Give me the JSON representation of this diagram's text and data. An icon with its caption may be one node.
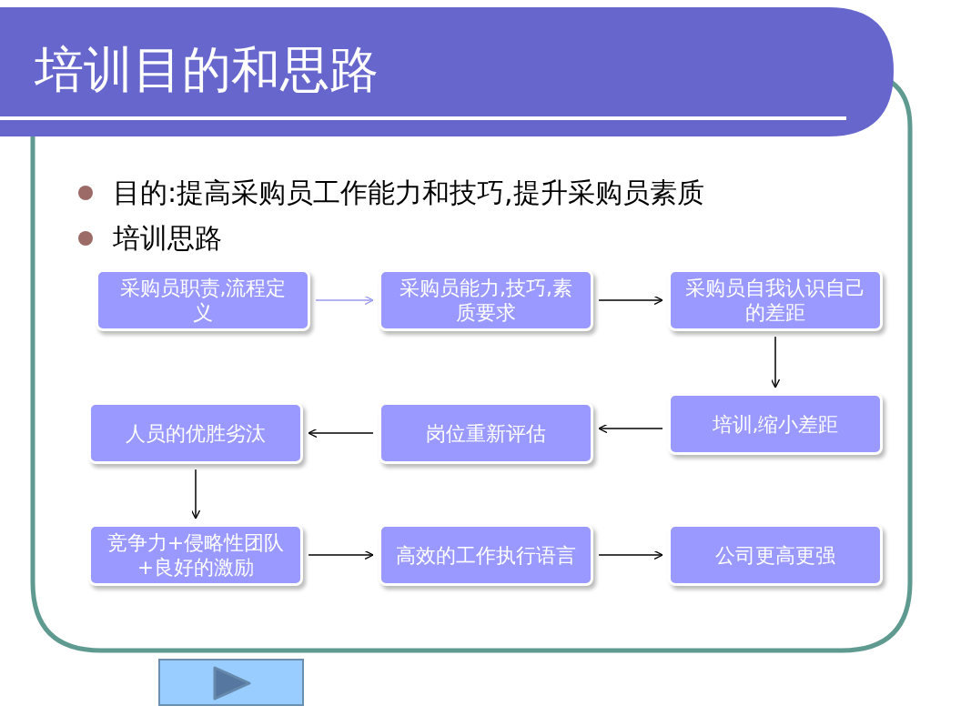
{
  "diagram": {
    "title": "培训目的和思路",
    "nodes": [
      {
        "text": [
          "采购员职责,流程定义"
        ]
      },
      {
        "text": [
          "采购员能力,技巧,素质要求"
        ]
      },
      {
        "text": [
          "采购员自我认识自己的差距"
        ]
      },
      {
        "text": [
          "培训,缩小差距"
        ]
      },
      {
        "text": [
          "岗位重新评估"
        ]
      },
      {
        "text": [
          "人员的优胜劣汰"
        ]
      },
      {
        "text": [
          "竞争力+侵略性团队+良好的激励"
        ]
      },
      {
        "text": [
          "高效的工作执行语言"
        ]
      },
      {
        "text": [
          "公司更高更强"
        ]
      }
    ],
    "edges": [
      {
        "from": 0,
        "to": 1,
        "arrow": "to",
        "color": "#9999ee"
      },
      {
        "from": 1,
        "to": 2,
        "arrow": "to"
      },
      {
        "from": 2,
        "to": 3,
        "arrow": "to"
      },
      {
        "from": 3,
        "to": 4,
        "arrow": "to"
      },
      {
        "from": 4,
        "to": 5,
        "arrow": "to"
      },
      {
        "from": 5,
        "to": 6,
        "arrow": "to"
      },
      {
        "from": 6,
        "to": 7,
        "arrow": "to"
      },
      {
        "from": 7,
        "to": 8,
        "arrow": "to"
      }
    ],
    "labels": [
      "目的:提高采购员工作能力和技巧,提升采购员素质",
      "培训思路"
    ]
  }
}
